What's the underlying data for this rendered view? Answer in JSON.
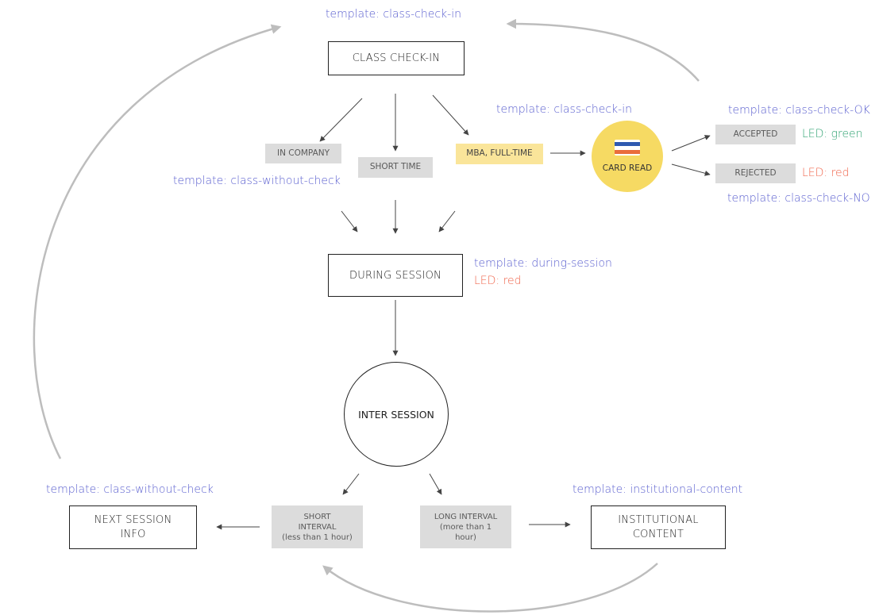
{
  "colors": {
    "template_label": "#5a5fcf",
    "led_green": "#33a474",
    "led_red": "#f0684f",
    "tag_gray": "#dcdcdc",
    "tag_yellow": "#fae59a",
    "card_read_circle": "#f6da63",
    "flow_arrow": "#444444",
    "loop_arrow": "#bdbdbd"
  },
  "nodes": {
    "class_check_in": "CLASS CHECK-IN",
    "in_company": "IN COMPANY",
    "short_time": "SHORT TIME",
    "mba_full_time": "MBA, FULL-TIME",
    "card_read": "CARD READ",
    "accepted": "ACCEPTED",
    "rejected": "REJECTED",
    "during_session": "DURING SESSION",
    "inter_session": "INTER SESSION",
    "short_interval": "SHORT\nINTERVAL\n(less than 1 hour)",
    "long_interval": "LONG INTERVAL\n(more than 1\nhour)",
    "next_session_info": "NEXT SESSION\nINFO",
    "institutional_content": "INSTITUTIONAL\nCONTENT"
  },
  "labels": {
    "template_top": "template: class-check-in",
    "template_card": "template: class-check-in",
    "template_without_check_mid": "template: class-without-check",
    "template_ok": "template: class-check-OK",
    "template_no": "template: class-check-NO",
    "led_green": "LED: green",
    "led_red_rejected": "LED: red",
    "template_during": "template: during-session",
    "led_red_during": "LED: red",
    "template_without_check_bottom": "template: class-without-check",
    "template_institutional": "template: institutional-content"
  },
  "icons": {
    "card_read": "id-card-icon"
  }
}
